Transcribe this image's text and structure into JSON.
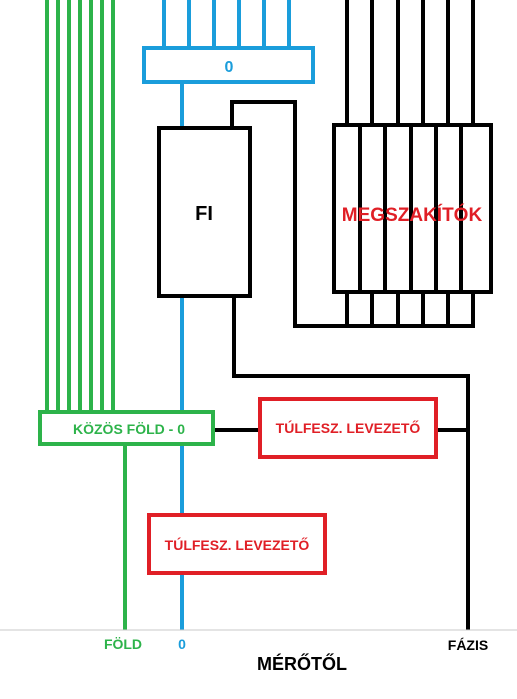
{
  "labels": {
    "neutral_bar": "0",
    "fi": "FI",
    "breakers": "MEGSZAKÍTÓK",
    "common_ground": "KÖZÖS FÖLD - 0",
    "surge_top": "TÚLFESZ. LEVEZETŐ",
    "surge_bottom": "TÚLFESZ. LEVEZETŐ",
    "ground": "FÖLD",
    "neutral": "0",
    "phase": "FÁZIS",
    "from_meter": "MÉRŐTŐL"
  },
  "colors": {
    "ground_green": "#2db34a",
    "neutral_blue": "#1a9ddb",
    "phase_black": "#000000",
    "device_red": "#e01f26"
  }
}
